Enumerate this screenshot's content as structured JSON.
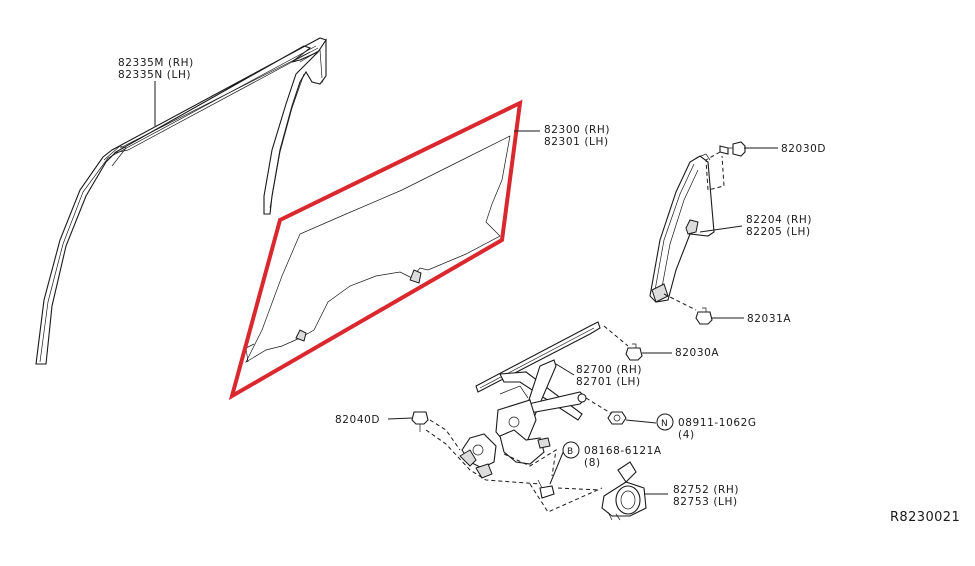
{
  "colors": {
    "line": "#1a1a1a",
    "highlight": "#d9282e",
    "background": "#ffffff"
  },
  "labels": {
    "sash_rh": "82335M (RH)",
    "sash_lh": "82335N (LH)",
    "glass_rh": "82300 (RH)",
    "glass_lh": "82301 (LH)",
    "clip_d": "82030D",
    "partition_rh": "82204 (RH)",
    "partition_lh": "82205 (LH)",
    "clip_a1": "82031A",
    "clip_a2": "82030A",
    "regulator_rh": "82700 (RH)",
    "regulator_lh": "82701 (LH)",
    "bolt_40d": "82040D",
    "nut_prefix": "N",
    "nut_part": "08911-1062G",
    "nut_qty": "(4)",
    "bolt_prefix": "B",
    "bolt_part": "08168-6121A",
    "bolt_qty": "(8)",
    "motor_rh": "82752 (RH)",
    "motor_lh": "82753 (LH)"
  },
  "diagram_ref": "R8230021"
}
